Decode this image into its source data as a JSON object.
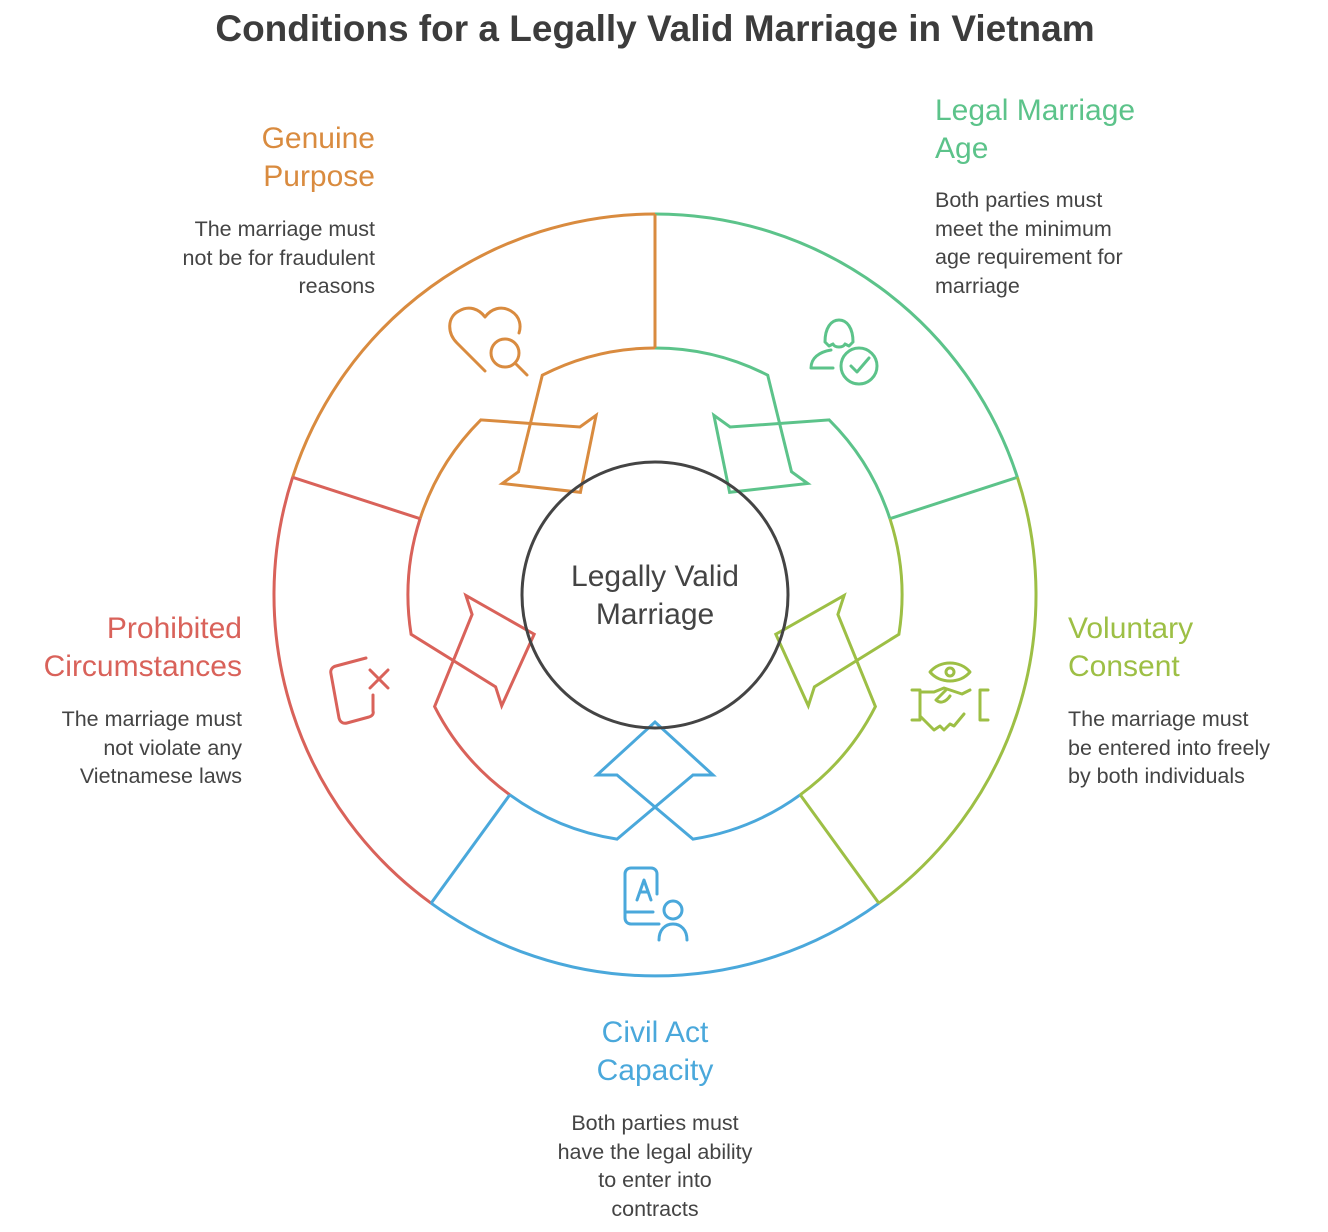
{
  "title": "Conditions for a Legally Valid Marriage in Vietnam",
  "center": {
    "line1": "Legally Valid",
    "line2": "Marriage",
    "color": "#444444"
  },
  "sectors": [
    {
      "key": "legal-marriage-age",
      "title1": "Legal Marriage",
      "title2": "Age",
      "desc": [
        "Both parties must",
        "meet the minimum",
        "age requirement for",
        "marriage"
      ],
      "color": "#5CC38A",
      "icon": "user-check-icon"
    },
    {
      "key": "genuine-purpose",
      "title1": "Genuine",
      "title2": "Purpose",
      "desc": [
        "The marriage must",
        "not be for fraudulent",
        "reasons"
      ],
      "color": "#D98B3F",
      "icon": "heart-search-icon"
    },
    {
      "key": "prohibited-circumstances",
      "title1": "Prohibited",
      "title2": "Circumstances",
      "desc": [
        "The marriage must",
        "not violate any",
        "Vietnamese laws"
      ],
      "color": "#D9625A",
      "icon": "document-x-icon"
    },
    {
      "key": "civil-act-capacity",
      "title1": "Civil Act",
      "title2": "Capacity",
      "desc": [
        "Both parties must",
        "have the legal ability",
        "to enter into",
        "contracts"
      ],
      "color": "#4AA8DB",
      "icon": "contract-person-icon"
    },
    {
      "key": "voluntary-consent",
      "title1": "Voluntary",
      "title2": "Consent",
      "desc": [
        "The marriage must",
        "be entered into freely",
        "by both individuals"
      ],
      "color": "#9DBF45",
      "icon": "handshake-eye-icon"
    }
  ]
}
